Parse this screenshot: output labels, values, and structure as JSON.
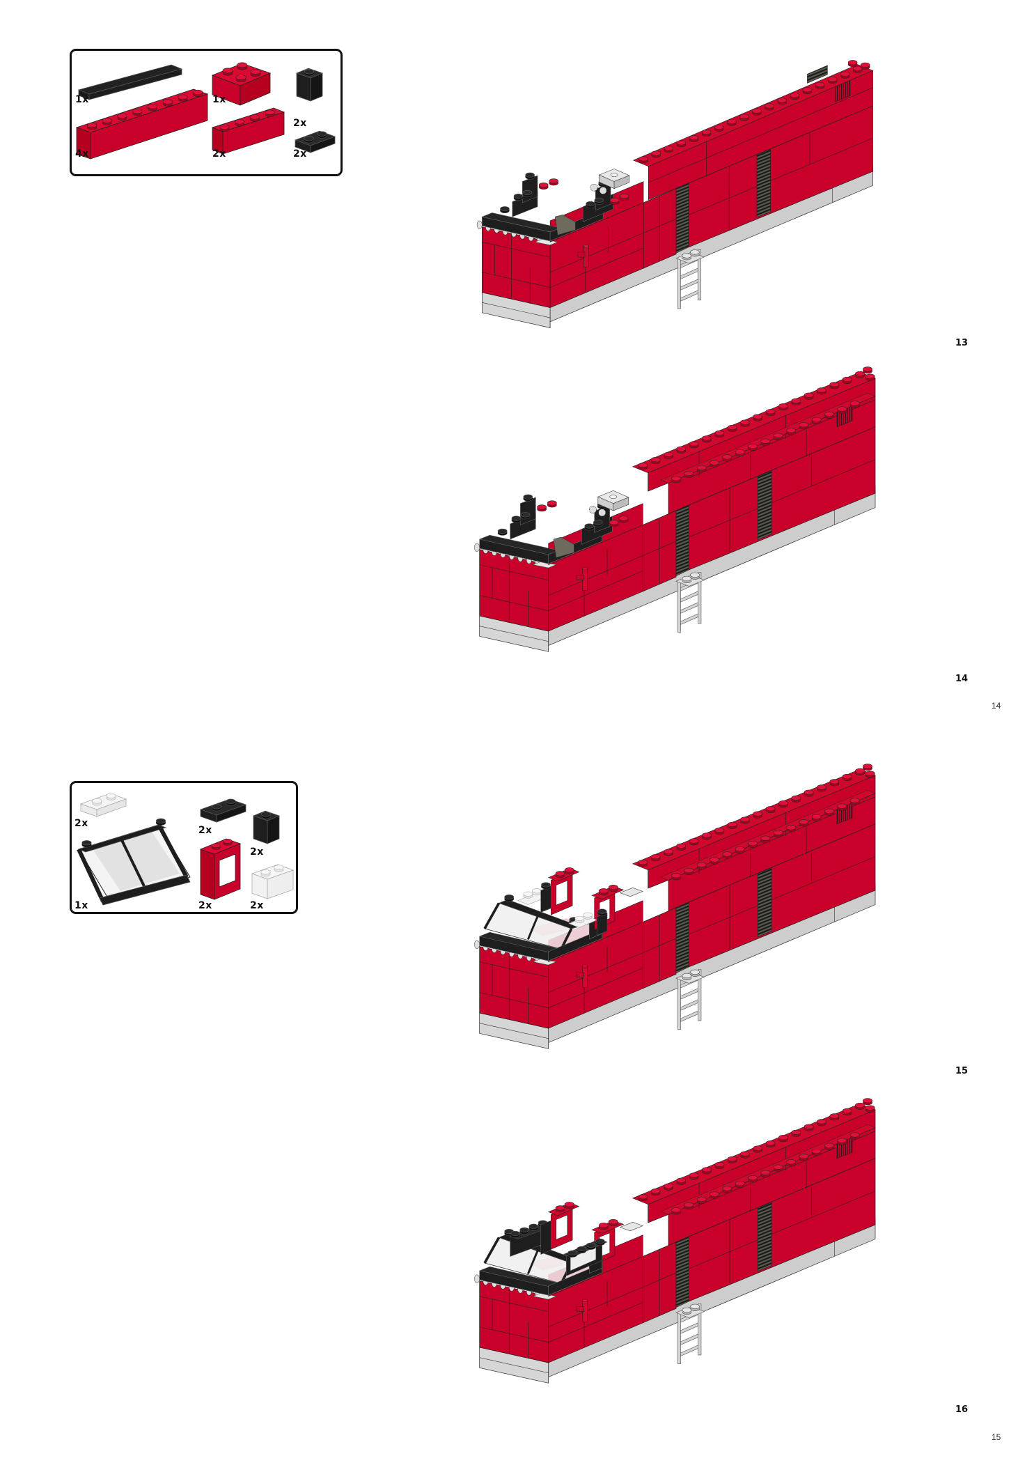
{
  "page": {
    "type": "building-instructions",
    "colors": {
      "red": "#C8002A",
      "red_top": "#DC0A32",
      "red_dark": "#A80022",
      "black": "#1E1E1E",
      "light_grey": "#CDCDCD",
      "grey_top": "#E2E2E2",
      "trans_clear": "#F2F2F2",
      "outline": "#222222"
    }
  },
  "parts_lists": [
    {
      "id": "parts-list-step-13",
      "items": [
        {
          "name": "black-plate-1x8",
          "qty": "1x",
          "color": "black"
        },
        {
          "name": "red-brick-1x8",
          "qty": "4x",
          "color": "red"
        },
        {
          "name": "red-brick-2x2",
          "qty": "1x",
          "color": "red"
        },
        {
          "name": "red-brick-1x4",
          "qty": "2x",
          "color": "red"
        },
        {
          "name": "black-brick-1x1",
          "qty": "2x",
          "color": "black"
        },
        {
          "name": "black-plate-1x2",
          "qty": "2x",
          "color": "black"
        }
      ]
    },
    {
      "id": "parts-list-step-15",
      "items": [
        {
          "name": "trans-clear-plate-1x2",
          "qty": "2x",
          "color": "trans_clear"
        },
        {
          "name": "black-windscreen-2x6x2",
          "qty": "1x",
          "color": "black"
        },
        {
          "name": "black-plate-1x2",
          "qty": "2x",
          "color": "black"
        },
        {
          "name": "red-window-frame-1x2x3",
          "qty": "2x",
          "color": "red"
        },
        {
          "name": "black-brick-1x1",
          "qty": "2x",
          "color": "black"
        },
        {
          "name": "trans-clear-brick-1x2",
          "qty": "2x",
          "color": "trans_clear"
        }
      ]
    }
  ],
  "steps": [
    {
      "number": "13",
      "variant": "open-cab-short-body"
    },
    {
      "number": "14",
      "variant": "open-cab-tall-body"
    },
    {
      "number": "15",
      "variant": "windscreen-cab"
    },
    {
      "number": "16",
      "variant": "closed-cab"
    }
  ],
  "page_numbers": [
    "14",
    "15"
  ]
}
